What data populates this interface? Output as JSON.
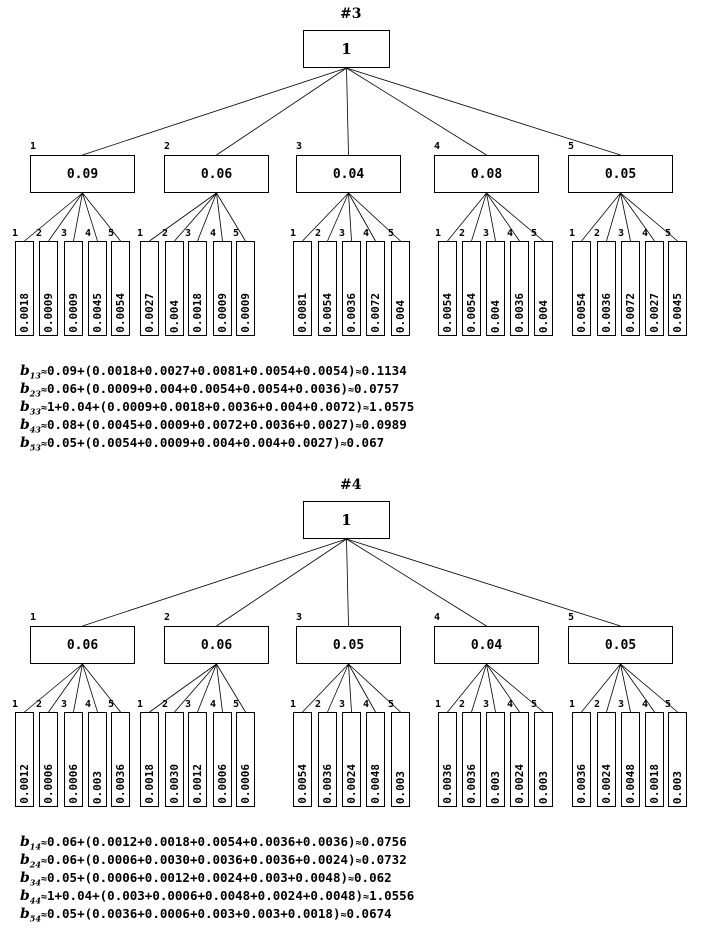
{
  "trees": [
    {
      "title": "#3",
      "root": "1",
      "nodes": [
        {
          "index": "1",
          "value": "0.09",
          "leaves": [
            {
              "index": "1",
              "value": "0.0018"
            },
            {
              "index": "2",
              "value": "0.0009"
            },
            {
              "index": "3",
              "value": "0.0009"
            },
            {
              "index": "4",
              "value": "0.0045"
            },
            {
              "index": "5",
              "value": "0.0054"
            }
          ]
        },
        {
          "index": "2",
          "value": "0.06",
          "leaves": [
            {
              "index": "1",
              "value": "0.0027"
            },
            {
              "index": "2",
              "value": "0.004"
            },
            {
              "index": "3",
              "value": "0.0018"
            },
            {
              "index": "4",
              "value": "0.0009"
            },
            {
              "index": "5",
              "value": "0.0009"
            }
          ]
        },
        {
          "index": "3",
          "value": "0.04",
          "leaves": [
            {
              "index": "1",
              "value": "0.0081"
            },
            {
              "index": "2",
              "value": "0.0054"
            },
            {
              "index": "3",
              "value": "0.0036"
            },
            {
              "index": "4",
              "value": "0.0072"
            },
            {
              "index": "5",
              "value": "0.004"
            }
          ]
        },
        {
          "index": "4",
          "value": "0.08",
          "leaves": [
            {
              "index": "1",
              "value": "0.0054"
            },
            {
              "index": "2",
              "value": "0.0054"
            },
            {
              "index": "3",
              "value": "0.004"
            },
            {
              "index": "4",
              "value": "0.0036"
            },
            {
              "index": "5",
              "value": "0.004"
            }
          ]
        },
        {
          "index": "5",
          "value": "0.05",
          "leaves": [
            {
              "index": "1",
              "value": "0.0054"
            },
            {
              "index": "2",
              "value": "0.0036"
            },
            {
              "index": "3",
              "value": "0.0072"
            },
            {
              "index": "4",
              "value": "0.0027"
            },
            {
              "index": "5",
              "value": "0.0045"
            }
          ]
        }
      ],
      "formulas": [
        {
          "var": "b",
          "sub": "13",
          "expr": "0.09+(0.0018+0.0027+0.0081+0.0054+0.0054)",
          "approx": "0.1134"
        },
        {
          "var": "b",
          "sub": "23",
          "expr": "0.06+(0.0009+0.004+0.0054+0.0054+0.0036)",
          "approx": "0.0757"
        },
        {
          "var": "b",
          "sub": "33",
          "expr": "1+0.04+(0.0009+0.0018+0.0036+0.004+0.0072)",
          "approx": "1.0575"
        },
        {
          "var": "b",
          "sub": "43",
          "expr": "0.08+(0.0045+0.0009+0.0072+0.0036+0.0027)",
          "approx": "0.0989"
        },
        {
          "var": "b",
          "sub": "53",
          "expr": "0.05+(0.0054+0.0009+0.004+0.004+0.0027)",
          "approx": "0.067"
        }
      ]
    },
    {
      "title": "#4",
      "root": "1",
      "nodes": [
        {
          "index": "1",
          "value": "0.06",
          "leaves": [
            {
              "index": "1",
              "value": "0.0012"
            },
            {
              "index": "2",
              "value": "0.0006"
            },
            {
              "index": "3",
              "value": "0.0006"
            },
            {
              "index": "4",
              "value": "0.003"
            },
            {
              "index": "5",
              "value": "0.0036"
            }
          ]
        },
        {
          "index": "2",
          "value": "0.06",
          "leaves": [
            {
              "index": "1",
              "value": "0.0018"
            },
            {
              "index": "2",
              "value": "0.0030"
            },
            {
              "index": "3",
              "value": "0.0012"
            },
            {
              "index": "4",
              "value": "0.0006"
            },
            {
              "index": "5",
              "value": "0.0006"
            }
          ]
        },
        {
          "index": "3",
          "value": "0.05",
          "leaves": [
            {
              "index": "1",
              "value": "0.0054"
            },
            {
              "index": "2",
              "value": "0.0036"
            },
            {
              "index": "3",
              "value": "0.0024"
            },
            {
              "index": "4",
              "value": "0.0048"
            },
            {
              "index": "5",
              "value": "0.003"
            }
          ]
        },
        {
          "index": "4",
          "value": "0.04",
          "leaves": [
            {
              "index": "1",
              "value": "0.0036"
            },
            {
              "index": "2",
              "value": "0.0036"
            },
            {
              "index": "3",
              "value": "0.003"
            },
            {
              "index": "4",
              "value": "0.0024"
            },
            {
              "index": "5",
              "value": "0.003"
            }
          ]
        },
        {
          "index": "5",
          "value": "0.05",
          "leaves": [
            {
              "index": "1",
              "value": "0.0036"
            },
            {
              "index": "2",
              "value": "0.0024"
            },
            {
              "index": "3",
              "value": "0.0048"
            },
            {
              "index": "4",
              "value": "0.0018"
            },
            {
              "index": "5",
              "value": "0.003"
            }
          ]
        }
      ],
      "formulas": [
        {
          "var": "b",
          "sub": "14",
          "expr": "0.06+(0.0012+0.0018+0.0054+0.0036+0.0036)",
          "approx": "0.0756"
        },
        {
          "var": "b",
          "sub": "24",
          "expr": "0.06+(0.0006+0.0030+0.0036+0.0036+0.0024)",
          "approx": "0.0732"
        },
        {
          "var": "b",
          "sub": "34",
          "expr": "0.05+(0.0006+0.0012+0.0024+0.003+0.0048)",
          "approx": "0.062"
        },
        {
          "var": "b",
          "sub": "44",
          "expr": "1+0.04+(0.003+0.0006+0.0048+0.0024+0.0048)",
          "approx": "1.0556"
        },
        {
          "var": "b",
          "sub": "54",
          "expr": "0.05+(0.0036+0.0006+0.003+0.003+0.0018)",
          "approx": "0.0674"
        }
      ]
    }
  ],
  "approx_symbol": "≈"
}
